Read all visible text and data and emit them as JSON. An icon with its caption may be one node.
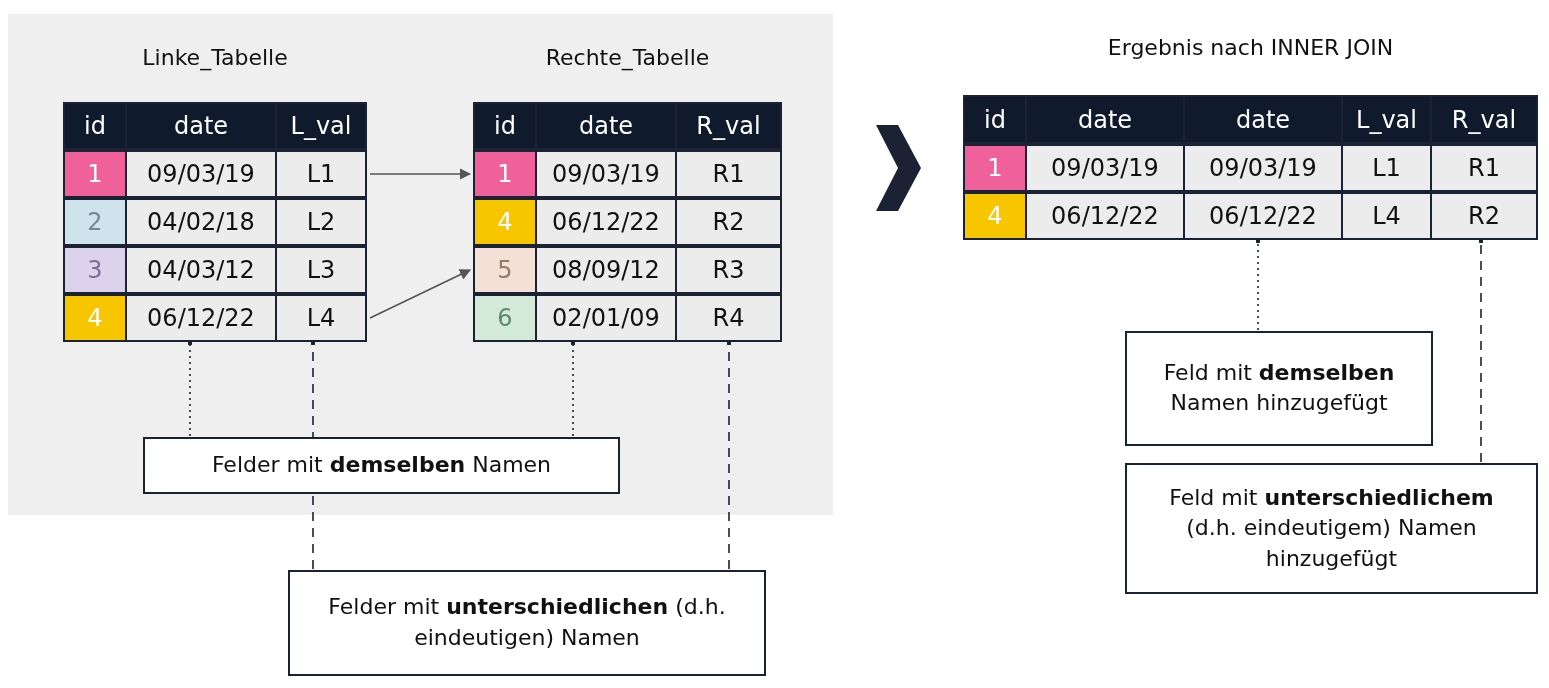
{
  "diagram": {
    "nodes": [
      {
        "text": [],
        "shape": "box"
      },
      {
        "text": [
          "Linke_Tabelle"
        ],
        "in": 0
      },
      {
        "text": [
          "id",
          "date",
          "L_val"
        ],
        "in": 1
      },
      {
        "text": [
          "1",
          "09/03/19",
          "L1"
        ],
        "in": 1
      },
      {
        "text": [
          "2",
          "04/02/18",
          "L2"
        ],
        "in": 1
      },
      {
        "text": [
          "3",
          "04/03/12",
          "L3"
        ],
        "in": 1
      },
      {
        "text": [
          "4",
          "06/12/22",
          "L4"
        ],
        "in": 1
      },
      {
        "text": [
          "Rechte_Tabelle"
        ],
        "in": 0
      },
      {
        "text": [
          "id",
          "date",
          "R_val"
        ],
        "in": 7
      },
      {
        "text": [
          "1",
          "09/03/19",
          "R1"
        ],
        "in": 7
      },
      {
        "text": [
          "4",
          "06/12/22",
          "R2"
        ],
        "in": 7
      },
      {
        "text": [
          "5",
          "08/09/12",
          "R3"
        ],
        "in": 7
      },
      {
        "text": [
          "6",
          "02/01/09",
          "R4"
        ],
        "in": 7
      },
      {
        "text": [
          "Felder mit **demselben** Namen"
        ],
        "in": 0
      },
      {
        "text": [
          "Ergebnis nach INNER JOIN"
        ]
      },
      {
        "text": [
          "id",
          "date",
          "date",
          "L_val",
          "R_val"
        ],
        "in": 14
      },
      {
        "text": [
          "1",
          "09/03/19",
          "09/03/19",
          "L1",
          "R1"
        ],
        "in": 14
      },
      {
        "text": [
          "4",
          "06/12/22",
          "06/12/22",
          "L4",
          "R2"
        ],
        "in": 14
      },
      {
        "text": [
          "Feld mit **demselben** Namen hinzugefügt"
        ]
      },
      {
        "text": [
          "Feld mit **unterschiedlichem** (d.h. eindeutigem) Namen hinzugefügt"
        ]
      },
      {
        "text": [
          "Felder mit **unterschiedlichen** (d.h. eindeutigen) Namen"
        ]
      }
    ],
    "edges": [
      {
        "from": 3,
        "to": 9,
        "arrow": "to"
      },
      {
        "from": 6,
        "to": 11,
        "arrow": "to"
      },
      {
        "from": 0,
        "to": 14,
        "arrow": "to"
      },
      {
        "from": 13,
        "to": 6,
        "arrow": "other",
        "style": "dashed"
      },
      {
        "from": 13,
        "to": 12,
        "arrow": "other",
        "style": "dashed"
      },
      {
        "from": 20,
        "to": 6,
        "arrow": "other",
        "style": "dashed"
      },
      {
        "from": 20,
        "to": 12,
        "arrow": "other",
        "style": "dashed"
      },
      {
        "from": 18,
        "to": 17,
        "arrow": "other",
        "style": "dashed"
      },
      {
        "from": 19,
        "to": 17,
        "arrow": "other",
        "style": "dashed"
      }
    ]
  }
}
